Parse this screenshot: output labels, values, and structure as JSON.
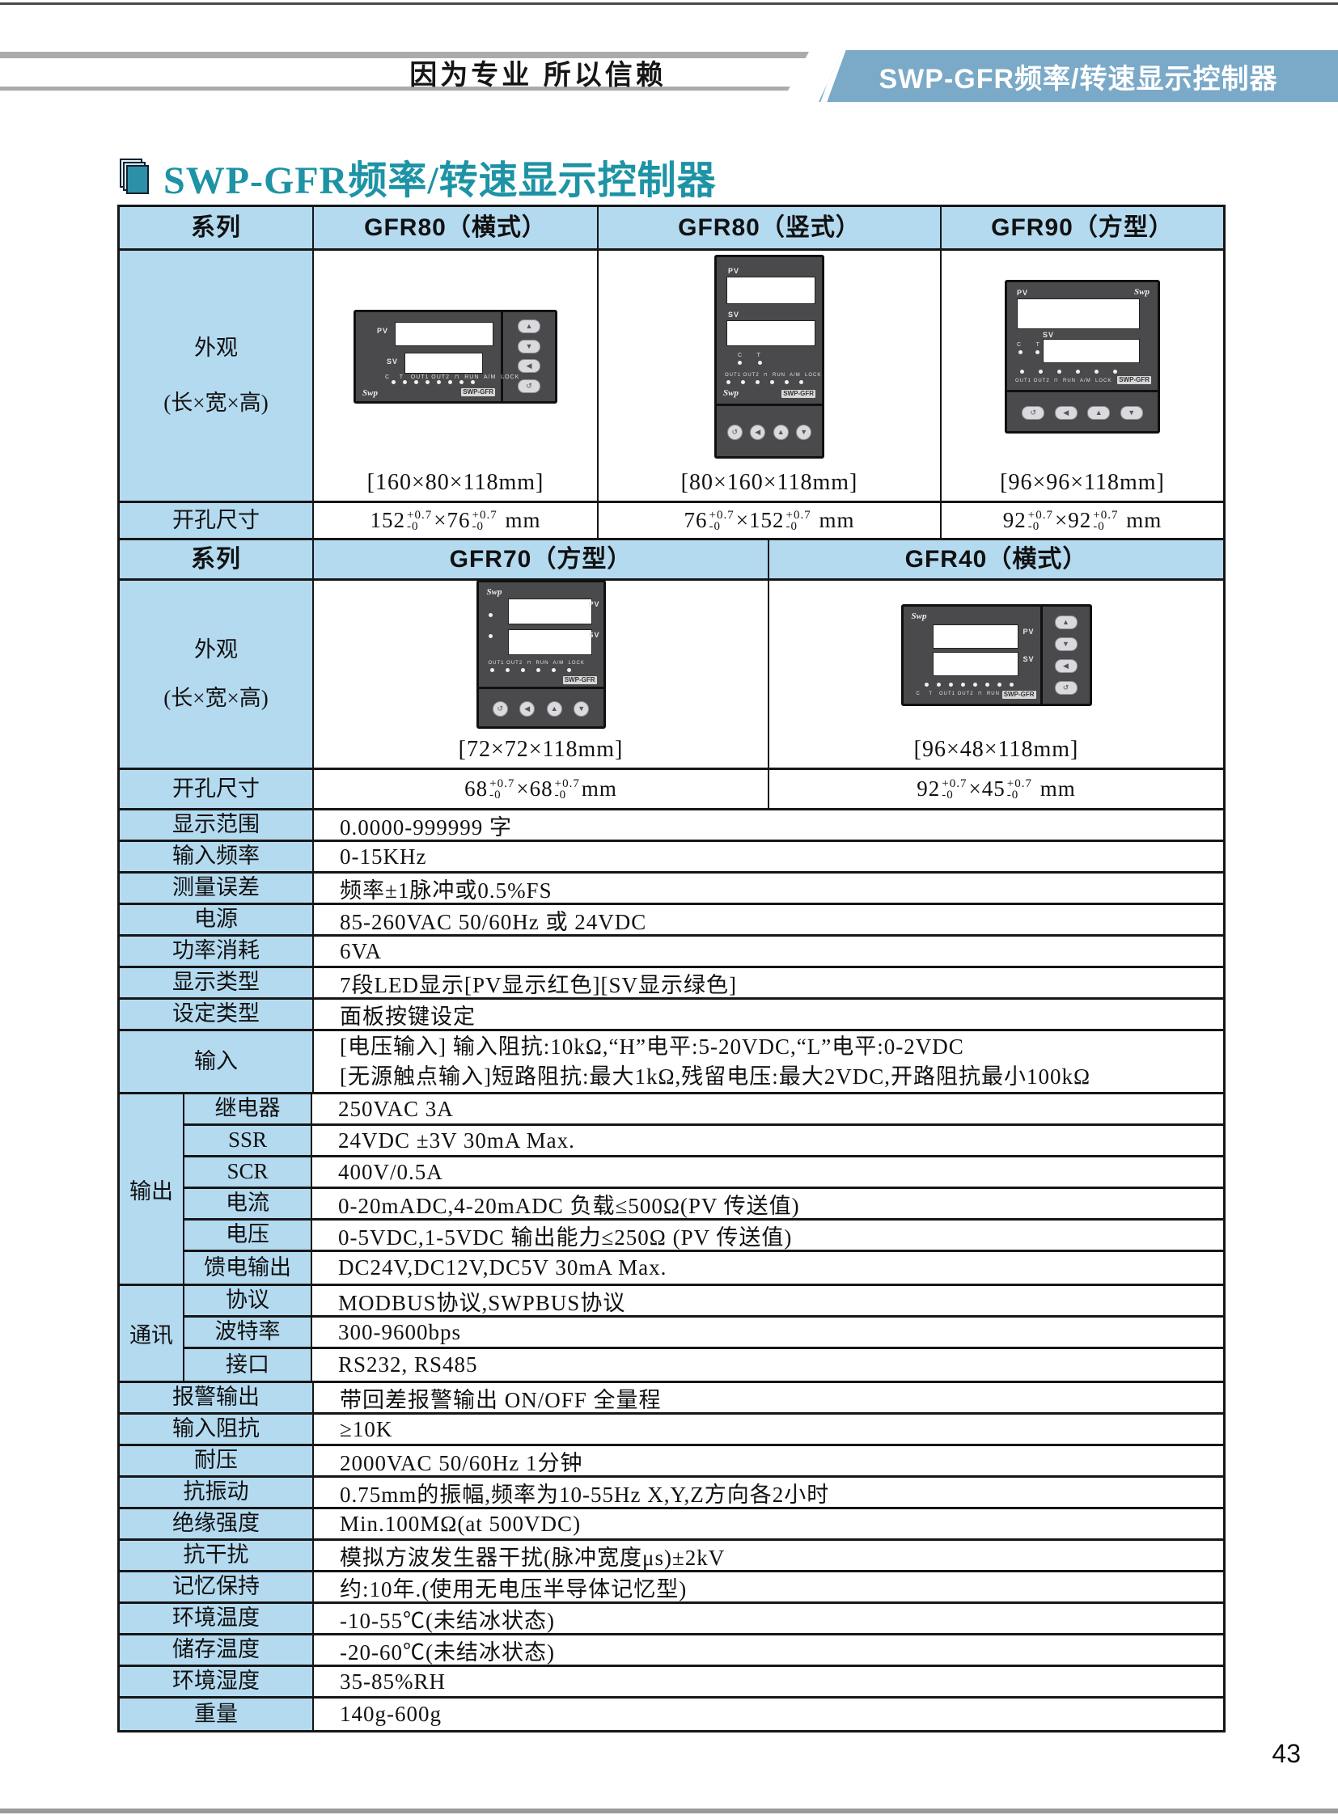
{
  "banner": {
    "slogan": "因为专业  所以信赖",
    "product": "SWP-GFR频率/转速显示控制器"
  },
  "title": "SWP-GFR频率/转速显示控制器",
  "page_number": "43",
  "colors": {
    "header_blue": "#b4daf0",
    "banner_blue": "#7ba9c8",
    "title_teal": "#1d93a5",
    "device_panel": "#4a4a4c"
  },
  "tolerance": {
    "sup": "+0.7",
    "sub": "-0"
  },
  "device_labels": {
    "pv": "PV",
    "sv": "SV",
    "logo": "Swp",
    "model_tag": "SWP-GFR",
    "ind_all": "C    T   OUT1 OUT2  ⊓  RUN  A/M  LOCK",
    "ind_ct": "C      T",
    "ind_main": "OUT1 OUT2  ⊓  RUN  A/M  LOCK",
    "btn_up": "▲",
    "btn_down": "▼",
    "btn_left": "◀",
    "btn_cycle": "↺"
  },
  "appearance": {
    "line1": "外观",
    "line2": "(长×宽×高)"
  },
  "series1": {
    "row_label": "系列",
    "cols": [
      "GFR80（横式）",
      "GFR80（竖式）",
      "GFR90（方型）"
    ],
    "dims": [
      "[160×80×118mm]",
      "[80×160×118mm]",
      "[96×96×118mm]"
    ],
    "cutout_label": "开孔尺寸",
    "cutouts": [
      {
        "a": "152",
        "b": "76"
      },
      {
        "a": "76",
        "b": "152"
      },
      {
        "a": "92",
        "b": "92"
      }
    ],
    "unit": "mm",
    "times": "×"
  },
  "series2": {
    "row_label": "系列",
    "cols": [
      "GFR70（方型）",
      "GFR40（横式）"
    ],
    "dims": [
      "[72×72×118mm]",
      "[96×48×118mm]"
    ],
    "cutout_label": "开孔尺寸",
    "cutouts": [
      {
        "a": "68",
        "b": "68"
      },
      {
        "a": "92",
        "b": "45"
      }
    ],
    "unit": "mm",
    "times": "×"
  },
  "specs": [
    {
      "label": "显示范围",
      "value": "0.0000-999999 字"
    },
    {
      "label": "输入频率",
      "value": "0-15KHz"
    },
    {
      "label": "测量误差",
      "value": "频率±1脉冲或0.5%FS"
    },
    {
      "label": "电源",
      "value": "85-260VAC  50/60Hz 或 24VDC"
    },
    {
      "label": "功率消耗",
      "value": "6VA"
    },
    {
      "label": "显示类型",
      "value": "7段LED显示[PV显示红色][SV显示绿色]"
    },
    {
      "label": "设定类型",
      "value": "面板按键设定"
    }
  ],
  "input_row": {
    "label": "输入",
    "line1": "[电压输入] 输入阻抗:10kΩ,“H”电平:5-20VDC,“L”电平:0-2VDC",
    "line2": "[无源触点输入]短路阻抗:最大1kΩ,残留电压:最大2VDC,开路阻抗最小100kΩ"
  },
  "output_group": {
    "label": "输出",
    "rows": [
      {
        "label": "继电器",
        "value": "250VAC 3A"
      },
      {
        "label": "SSR",
        "value": "24VDC ±3V 30mA Max."
      },
      {
        "label": "SCR",
        "value": "400V/0.5A"
      },
      {
        "label": "电流",
        "value": "0-20mADC,4-20mADC  负载≤500Ω(PV 传送值)"
      },
      {
        "label": "电压",
        "value": "0-5VDC,1-5VDC 输出能力≤250Ω (PV 传送值)"
      },
      {
        "label": "馈电输出",
        "value": "DC24V,DC12V,DC5V  30mA Max."
      }
    ]
  },
  "comm_group": {
    "label": "通讯",
    "rows": [
      {
        "label": "协议",
        "value": "MODBUS协议,SWPBUS协议"
      },
      {
        "label": "波特率",
        "value": "300-9600bps"
      },
      {
        "label": "接口",
        "value": "RS232, RS485"
      }
    ]
  },
  "bottom_specs": [
    {
      "label": "报警输出",
      "value": "带回差报警输出  ON/OFF 全量程"
    },
    {
      "label": "输入阻抗",
      "value": "≥10K"
    },
    {
      "label": "耐压",
      "value": "2000VAC 50/60Hz 1分钟"
    },
    {
      "label": "抗振动",
      "value": "0.75mm的振幅,频率为10-55Hz X,Y,Z方向各2小时"
    },
    {
      "label": "绝缘强度",
      "value": "Min.100MΩ(at 500VDC)"
    },
    {
      "label": "抗干扰",
      "value": "模拟方波发生器干扰(脉冲宽度μs)±2kV"
    },
    {
      "label": "记忆保持",
      "value": "约:10年.(使用无电压半导体记忆型)"
    },
    {
      "label": "环境温度",
      "value": "-10-55℃(未结冰状态)"
    },
    {
      "label": "储存温度",
      "value": "-20-60℃(未结冰状态)"
    },
    {
      "label": "环境湿度",
      "value": "35-85%RH"
    },
    {
      "label": "重量",
      "value": "140g-600g"
    }
  ]
}
